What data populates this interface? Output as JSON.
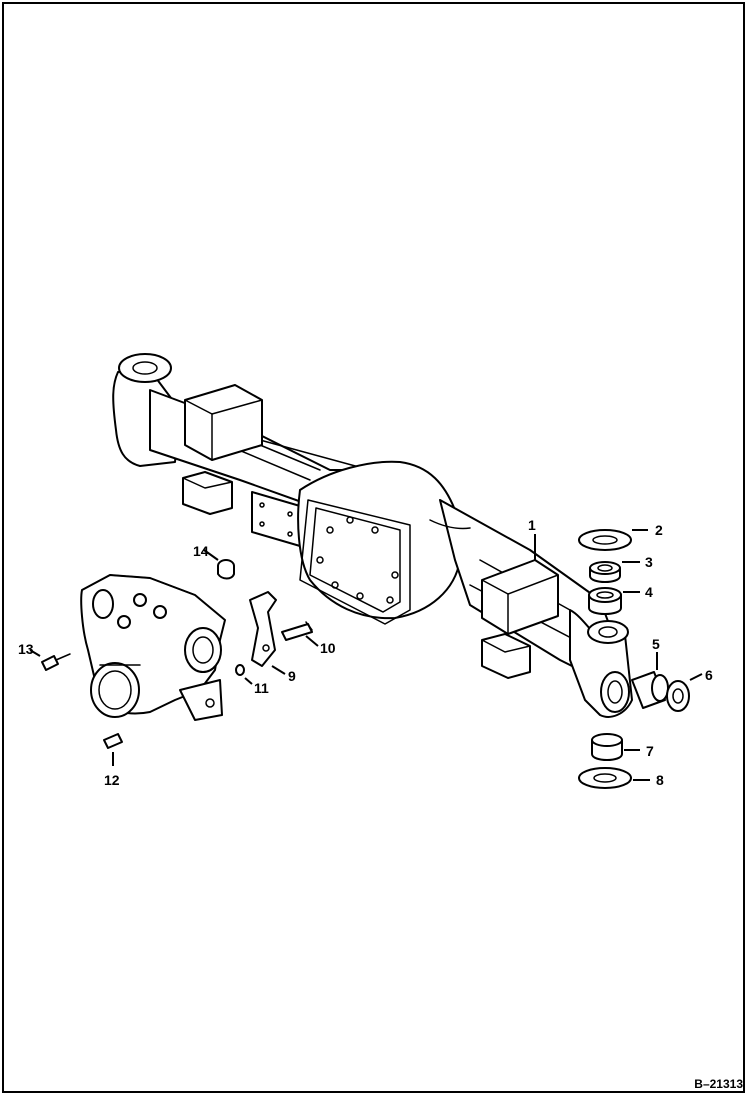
{
  "figure_id": "B–21313",
  "callouts": [
    {
      "id": "c1",
      "label": "1"
    },
    {
      "id": "c2",
      "label": "2"
    },
    {
      "id": "c3",
      "label": "3"
    },
    {
      "id": "c4",
      "label": "4"
    },
    {
      "id": "c5",
      "label": "5"
    },
    {
      "id": "c6",
      "label": "6"
    },
    {
      "id": "c7",
      "label": "7"
    },
    {
      "id": "c8",
      "label": "8"
    },
    {
      "id": "c9",
      "label": "9"
    },
    {
      "id": "c10",
      "label": "10"
    },
    {
      "id": "c11",
      "label": "11"
    },
    {
      "id": "c12",
      "label": "12"
    },
    {
      "id": "c13",
      "label": "13"
    },
    {
      "id": "c14",
      "label": "14"
    }
  ]
}
